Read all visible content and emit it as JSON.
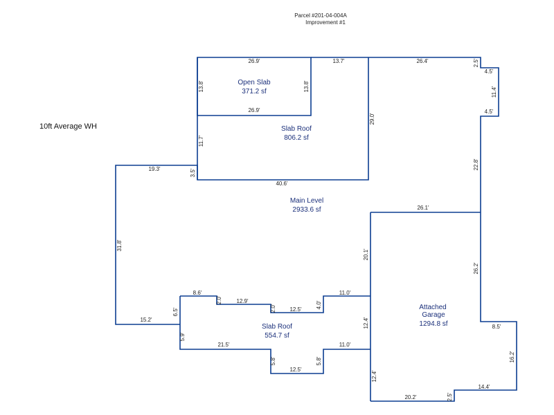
{
  "header": {
    "parcel": "Parcel  #201-04-004A",
    "improvement": "Improvement #1"
  },
  "note": "10ft Average WH",
  "areas": {
    "open_slab": {
      "name": "Open Slab",
      "size": "371.2 sf"
    },
    "slab_roof_upper": {
      "name": "Slab Roof",
      "size": "806.2 sf"
    },
    "main_level": {
      "name": "Main Level",
      "size": "2933.6 sf"
    },
    "garage": {
      "name1": "Attached",
      "name2": "Garage",
      "size": "1294.8 sf"
    },
    "slab_roof_lower": {
      "name": "Slab Roof",
      "size": "554.7 sf"
    }
  },
  "dims": {
    "os_top": "26.9'",
    "os_left": "13.8'",
    "os_right": "13.8'",
    "os_bottom": "26.9'",
    "top_mid": "13.7'",
    "top_right": "26.4'",
    "right_2_5": "2.5'",
    "step_4_5_a": "4.5'",
    "right_11_4": "11.4'",
    "step_4_5_b": "4.5'",
    "sr_right": "29.0'",
    "sr_left": "11.7'",
    "left_top": "19.3'",
    "left_3_5": "3.5'",
    "sr_bottom": "40.6'",
    "right_22_8": "22.8'",
    "g_top": "26.1'",
    "g_left_upper": "20.1'",
    "g_right": "26.2'",
    "left_side": "31.8'",
    "left_bottom": "15.2'",
    "left_6_5": "6.5'",
    "lsr_8_6": "8.6'",
    "lsr_2_0a": "2.0'",
    "lsr_12_9": "12.9'",
    "lsr_2_0b": "2.0'",
    "lsr_12_5_top": "12.5'",
    "lsr_4_0": "4.0'",
    "lsr_11_0_top": "11.0'",
    "lsr_5_9": "5.9'",
    "lsr_21_5": "21.5'",
    "lsr_5_8a": "5.8'",
    "lsr_12_5_bot": "12.5'",
    "lsr_5_8b": "5.8'",
    "lsr_11_0_bot": "11.0'",
    "g_12_4a": "12.4'",
    "g_12_4b": "12.4'",
    "g_8_5": "8.5'",
    "g_16_2": "16.2'",
    "g_14_4": "14.4'",
    "g_20_2": "20.2'",
    "g_2_5": "2.5'"
  }
}
